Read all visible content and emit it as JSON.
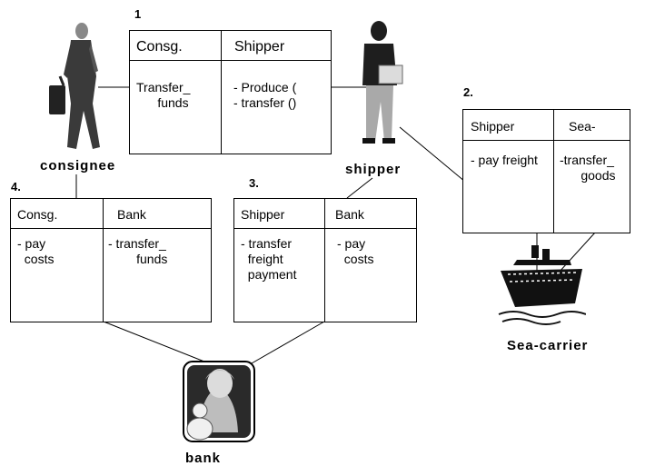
{
  "contracts": [
    {
      "number": "1",
      "left_header": "Consg.",
      "right_header": "Shipper",
      "left_body": "Transfer_\n      funds",
      "right_body": "- Produce (\n- transfer ()"
    },
    {
      "number": "2.",
      "left_header": "Shipper",
      "right_header": "Sea-",
      "left_body": "- pay freight",
      "right_body": "-transfer_\n      goods"
    },
    {
      "number": "3.",
      "left_header": "Shipper",
      "right_header": "Bank",
      "left_body": "- transfer\n  freight\n  payment",
      "right_body": "- pay\n  costs"
    },
    {
      "number": "4.",
      "left_header": "Consg.",
      "right_header": "Bank",
      "left_body": "- pay\n  costs",
      "right_body": "- transfer_\n        funds"
    }
  ],
  "actors": {
    "consignee": "consignee",
    "shipper": "shipper",
    "sea_carrier": "Sea-carrier",
    "bank": "bank"
  }
}
